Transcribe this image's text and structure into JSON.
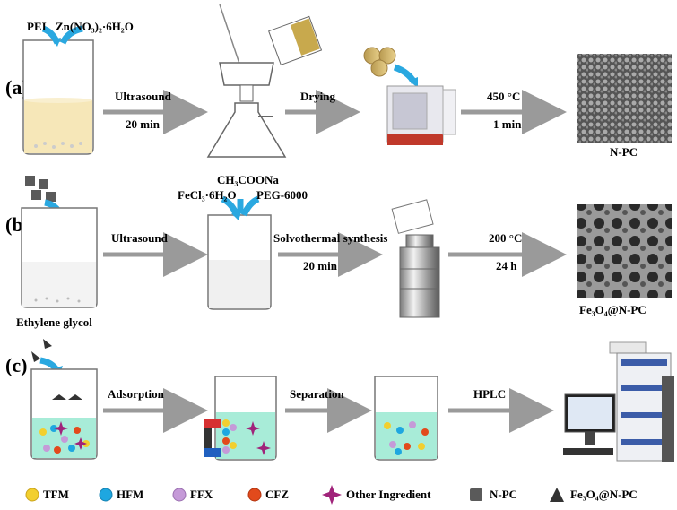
{
  "rows": [
    {
      "label": "(a)",
      "reagents": [
        "PEI",
        "Zn(NO₃)₂·6H₂O"
      ],
      "steps": [
        {
          "top": "Ultrasound",
          "bottom": "20 min"
        },
        {
          "top": "Drying",
          "bottom": ""
        },
        {
          "top": "450 °C",
          "bottom": "1 min"
        }
      ],
      "product": "N-PC"
    },
    {
      "label": "(b)",
      "start_label": "Ethylene glycol",
      "reagents": [
        "CH₃COONa",
        "FeCl₃·6H₂O",
        "PEG-6000"
      ],
      "steps": [
        {
          "top": "Ultrasound",
          "bottom": ""
        },
        {
          "top": "Solvothermal synthesis",
          "bottom": "20 min"
        },
        {
          "top": "200 °C",
          "bottom": "24 h"
        }
      ],
      "product": "Fe₃O₄@N-PC"
    },
    {
      "label": "(c)",
      "steps": [
        {
          "top": "Adsorption",
          "bottom": ""
        },
        {
          "top": "Separation",
          "bottom": ""
        },
        {
          "top": "HPLC",
          "bottom": ""
        }
      ]
    }
  ],
  "legend": [
    {
      "label": "TFM",
      "color": "#f2cf2e",
      "shape": "circle"
    },
    {
      "label": "HFM",
      "color": "#1ea7e0",
      "shape": "circle"
    },
    {
      "label": "FFX",
      "color": "#c59ad8",
      "shape": "circle"
    },
    {
      "label": "CFZ",
      "color": "#e24a1c",
      "shape": "circle"
    },
    {
      "label": "Other Ingredient",
      "color": "#a0237a",
      "shape": "star"
    },
    {
      "label": "N-PC",
      "color": "#5a5a5a",
      "shape": "square"
    },
    {
      "label": "Fe₃O₄@N-PC",
      "color": "#333333",
      "shape": "triangle"
    }
  ],
  "colors": {
    "arrow": "#9a9a9a",
    "blue_arrow": "#2aa8e0",
    "solution_yellow": "#f6e7b8",
    "solution_cyan": "#a8ecd8"
  }
}
